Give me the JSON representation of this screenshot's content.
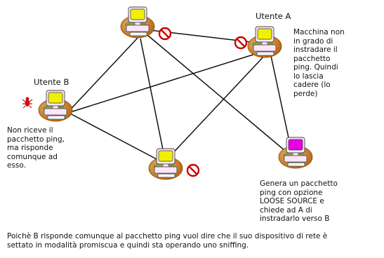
{
  "labels": {
    "user_a": "Utente A",
    "user_b": "Utente B"
  },
  "notes": {
    "user_a": "Macchina non\nin grado di\ninstradare il\npacchetto\nping. Quindi\nlo lascia\ncadere (lo\nperde)",
    "user_b": "Non riceve il\npacchetto ping,\nma risponde\ncomunque ad\nesso.",
    "attacker": "Genera un pacchetto\nping con opzione\nLOOSE SOURCE e\nchiede ad A di\ninstradarlo verso B"
  },
  "caption": "Poichè B risponde comunque al pacchetto ping vuol dire che il suo dispositivo di rete è\nsettato in modalità promiscua e quindi sta operando uno sniffing.",
  "colors": {
    "line": "#111111",
    "screen": "#f0f000",
    "screen_attacker": "#e600e6",
    "monitor_body": "#fdeffd",
    "globe": "#d98a2a",
    "drop_sign": "#cc0000",
    "bug": "#cc1111"
  },
  "icons": {
    "computer": "computer-icon",
    "drop": "no-entry-icon",
    "bug": "bug-icon"
  }
}
